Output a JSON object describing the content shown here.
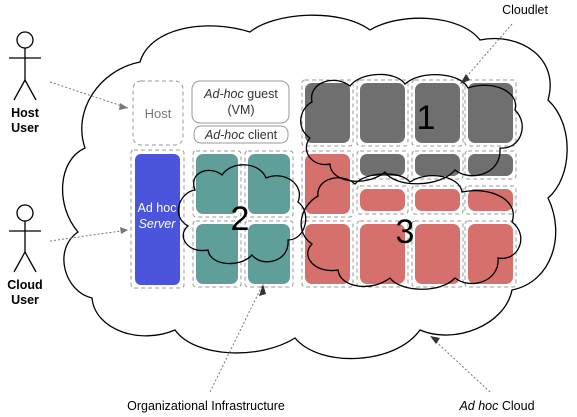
{
  "actors": [
    {
      "id": "host-user",
      "lines": [
        "Host",
        "User"
      ]
    },
    {
      "id": "cloud-user",
      "lines": [
        "Cloud",
        "User"
      ]
    }
  ],
  "labels": {
    "cloudlet": "Cloudlet",
    "host": "Host",
    "guest_italic": "Ad-hoc",
    "guest_rest": " guest",
    "guest_vm": "(VM)",
    "client_italic": "Ad-hoc",
    "client_rest": " client",
    "server_line1": "Ad hoc",
    "server_line2": "Server",
    "org_infra": "Organizational Infrastructure",
    "adhoc_cloud_italic": "Ad hoc",
    "adhoc_cloud_rest": " Cloud",
    "region_1": "1",
    "region_2": "2",
    "region_3": "3"
  },
  "colors": {
    "server": "#4a55dc",
    "teal": "#5f9e99",
    "gray": "#6f6f6f",
    "red": "#d6706c",
    "outline": "#000000"
  }
}
